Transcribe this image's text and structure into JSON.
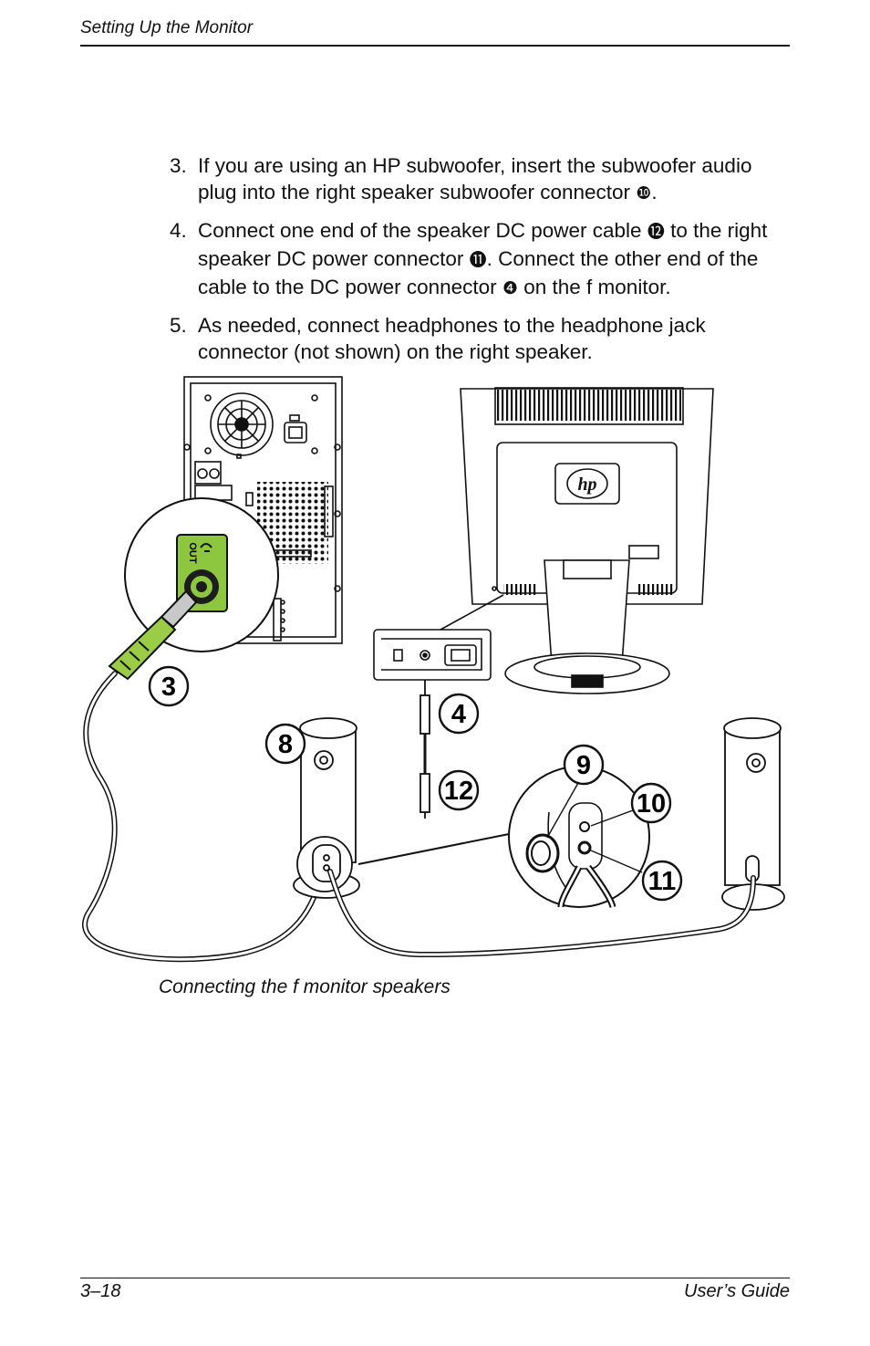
{
  "header": {
    "title": "Setting Up the Monitor"
  },
  "steps": [
    {
      "number": "3.",
      "parts": [
        "If you are using an HP subwoofer, insert the subwoofer audio plug into the right speaker subwoofer connector ",
        "❿",
        "."
      ]
    },
    {
      "number": "4.",
      "parts": [
        "Connect one end of the speaker DC power cable ",
        "⓬",
        " to the right speaker DC power connector ",
        "⓫",
        ". Connect the other end of the cable to the DC power connector ",
        "❹",
        " on the f monitor."
      ]
    },
    {
      "number": "5.",
      "parts": [
        "As needed, connect headphones to the headphone jack connector (not shown) on the right speaker."
      ]
    }
  ],
  "figure": {
    "callouts": [
      "3",
      "4",
      "8",
      "12",
      "9",
      "10",
      "11"
    ],
    "jack_label": "OUT",
    "logo_text": "hp",
    "colors": {
      "jack_green": "#8dc63f",
      "plug_green": "#9acd45",
      "line": "#111111"
    }
  },
  "caption": "Connecting the f monitor speakers",
  "footer": {
    "page": "3–18",
    "guide": "User’s Guide"
  }
}
